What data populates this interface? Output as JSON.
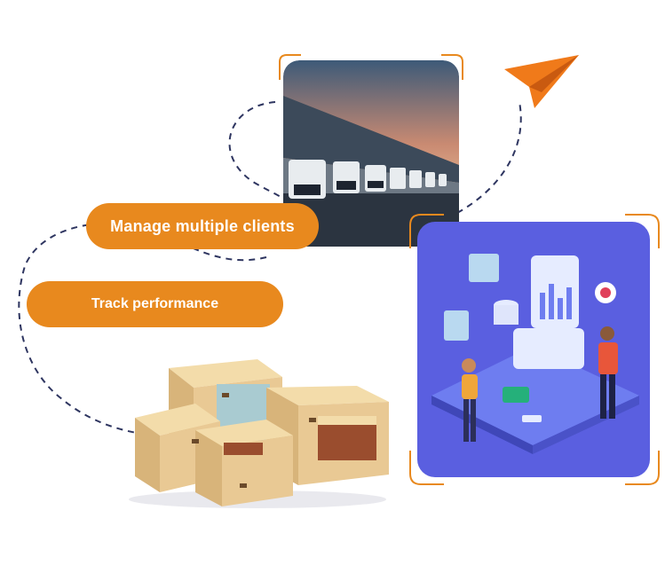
{
  "pills": {
    "manage": "Manage multiple clients",
    "track": "Track performance"
  },
  "colors": {
    "accent_orange": "#e8891e",
    "dash_navy": "#2e3560",
    "card_purple": "#5a5fe0",
    "box_tan": "#e9c994"
  },
  "icons": {
    "paper_plane": "paper-plane-icon",
    "trucks_photo": "trucks-warehouse-photo",
    "analytics_illustration": "analytics-dashboard-illustration",
    "boxes_illustration": "cardboard-boxes-illustration"
  }
}
